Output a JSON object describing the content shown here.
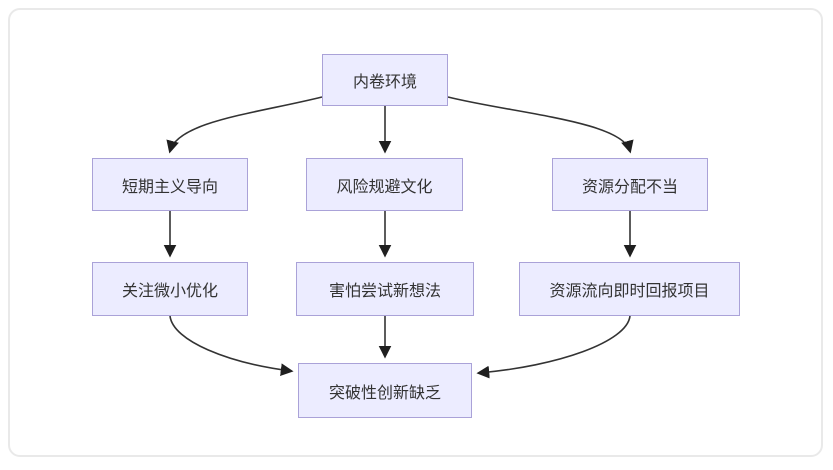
{
  "diagram": {
    "type": "flowchart",
    "direction": "top-down",
    "nodes": [
      {
        "id": "A",
        "label": "内卷环境"
      },
      {
        "id": "B",
        "label": "短期主义导向"
      },
      {
        "id": "C",
        "label": "风险规避文化"
      },
      {
        "id": "D",
        "label": "资源分配不当"
      },
      {
        "id": "E",
        "label": "关注微小优化"
      },
      {
        "id": "F",
        "label": "害怕尝试新想法"
      },
      {
        "id": "G",
        "label": "资源流向即时回报项目"
      },
      {
        "id": "H",
        "label": "突破性创新缺乏"
      }
    ],
    "edges": [
      {
        "from": "A",
        "to": "B"
      },
      {
        "from": "A",
        "to": "C"
      },
      {
        "from": "A",
        "to": "D"
      },
      {
        "from": "B",
        "to": "E"
      },
      {
        "from": "C",
        "to": "F"
      },
      {
        "from": "D",
        "to": "G"
      },
      {
        "from": "E",
        "to": "H"
      },
      {
        "from": "F",
        "to": "H"
      },
      {
        "from": "G",
        "to": "H"
      }
    ],
    "colors": {
      "node_fill": "#ececff",
      "node_border": "#aaa2d8",
      "edge_line": "#333333",
      "arrowhead": "#1f1f1f",
      "text": "#333333",
      "frame_border": "#e9e9e9",
      "background": "#ffffff"
    }
  }
}
